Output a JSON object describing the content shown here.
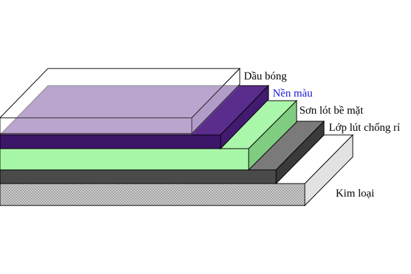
{
  "labels": {
    "varnish": "Dầu bóng",
    "color_base": "Nền màu",
    "surface_primer": "Sơn lót bề mặt",
    "anti_rust": "Lớp lút chống rỉ",
    "metal": "Kim loại"
  },
  "colors": {
    "color_base_label": "#1a1ad6",
    "purple": "#3c1668",
    "green": "#a8f7a8",
    "dark_grey": "#4a4a4a"
  }
}
